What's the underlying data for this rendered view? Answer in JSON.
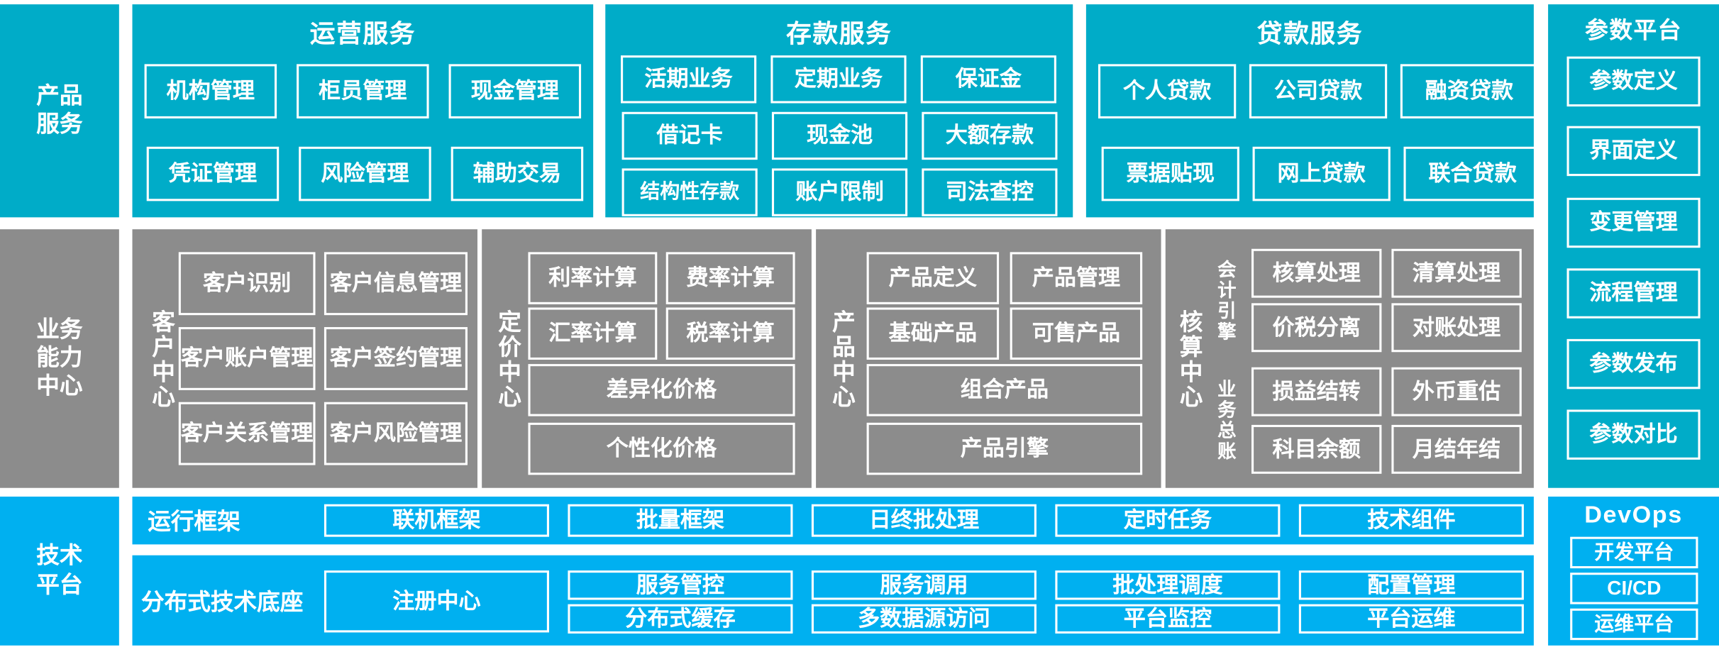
{
  "colors": {
    "teal": "#00ACC8",
    "gray": "#8C8C8C",
    "blue": "#00B0F0",
    "box_border": "#FFFFFF",
    "text": "#FFFFFF"
  },
  "layers": {
    "product_service": {
      "label": "产品\n服务",
      "label_line1": "产品",
      "label_line2": "服务",
      "groups": [
        {
          "title": "运营服务",
          "items": [
            "机构管理",
            "柜员管理",
            "现金管理",
            "凭证管理",
            "风险管理",
            "辅助交易"
          ]
        },
        {
          "title": "存款服务",
          "items": [
            "活期业务",
            "定期业务",
            "保证金",
            "借记卡",
            "现金池",
            "大额存款",
            "结构性存款",
            "账户限制",
            "司法查控"
          ]
        },
        {
          "title": "贷款服务",
          "items": [
            "个人贷款",
            "公司贷款",
            "融资贷款",
            "票据贴现",
            "网上贷款",
            "联合贷款"
          ]
        }
      ]
    },
    "business_capability": {
      "label_line1": "业务",
      "label_line2": "能力",
      "label_line3": "中心",
      "groups": [
        {
          "vlabel": "客户中心",
          "items": [
            "客户识别",
            "客户信息管理",
            "客户账户管理",
            "客户签约管理",
            "客户关系管理",
            "客户风险管理"
          ]
        },
        {
          "vlabel": "定价中心",
          "items": [
            "利率计算",
            "费率计算",
            "汇率计算",
            "税率计算"
          ],
          "wide_items": [
            "差异化价格",
            "个性化价格"
          ]
        },
        {
          "vlabel": "产品中心",
          "items": [
            "产品定义",
            "产品管理",
            "基础产品",
            "可售产品"
          ],
          "wide_items": [
            "组合产品",
            "产品引擎"
          ]
        },
        {
          "vlabel": "核算中心",
          "sub_groups": [
            {
              "vlabel": "会计引擎",
              "items": [
                "核算处理",
                "清算处理",
                "价税分离",
                "对账处理"
              ]
            },
            {
              "vlabel": "业务总账",
              "items": [
                "损益结转",
                "外币重估",
                "科目余额",
                "月结年结"
              ]
            }
          ]
        }
      ]
    },
    "technology_platform": {
      "label_line1": "技术",
      "label_line2": "平台",
      "rows": [
        {
          "label": "运行框架",
          "items": [
            "联机框架",
            "批量框架",
            "日终批处理",
            "定时任务",
            "技术组件"
          ]
        },
        {
          "label": "分布式技术底座",
          "anchor": "注册中心",
          "items_row1": [
            "服务管控",
            "服务调用",
            "批处理调度",
            "配置管理"
          ],
          "items_row2": [
            "分布式缓存",
            "多数据源访问",
            "平台监控",
            "平台运维"
          ]
        }
      ]
    }
  },
  "right_column": {
    "param_platform": {
      "title": "参数平台",
      "items": [
        "参数定义",
        "界面定义",
        "变更管理",
        "流程管理",
        "参数发布",
        "参数对比"
      ]
    },
    "devops": {
      "title": "DevOps",
      "items": [
        "开发平台",
        "CI/CD",
        "运维平台"
      ]
    }
  }
}
